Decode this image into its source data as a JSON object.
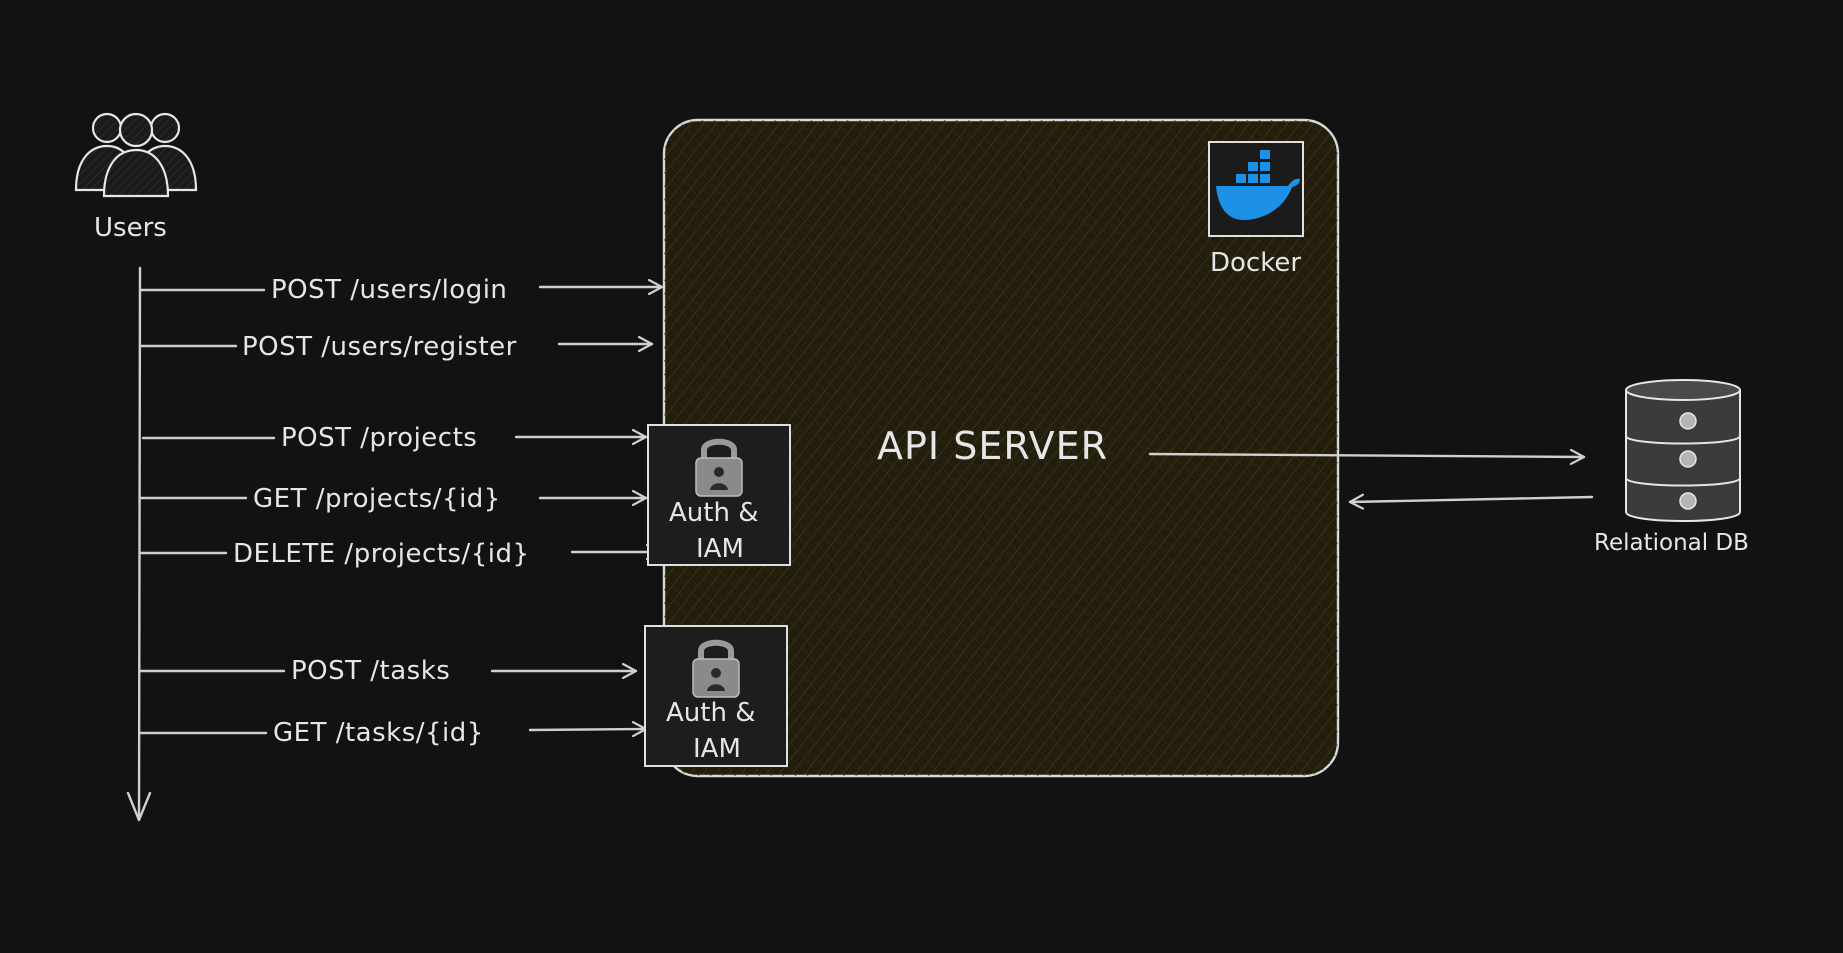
{
  "colors": {
    "background": "#121212",
    "line": "#cfcfcf",
    "text": "#e6e6e6",
    "server_fill": "#2b2410",
    "docker_blue": "#1d91e6",
    "lock_gray": "#8a8a8a"
  },
  "users": {
    "label": "Users",
    "icon": "users-group-icon"
  },
  "routes": [
    {
      "label": "POST /users/login"
    },
    {
      "label": "POST /users/register"
    },
    {
      "label": "POST /projects"
    },
    {
      "label": "GET /projects/{id}"
    },
    {
      "label": "DELETE /projects/{id}"
    },
    {
      "label": "POST /tasks"
    },
    {
      "label": "GET /tasks/{id}"
    }
  ],
  "auth_boxes": [
    {
      "line1": "Auth &",
      "line2": "IAM",
      "icon": "lock-icon"
    },
    {
      "line1": "Auth &",
      "line2": "IAM",
      "icon": "lock-icon"
    }
  ],
  "server": {
    "label": "API SERVER"
  },
  "docker": {
    "label": "Docker",
    "icon": "docker-whale-icon"
  },
  "database": {
    "label": "Relational DB",
    "icon": "database-icon"
  }
}
